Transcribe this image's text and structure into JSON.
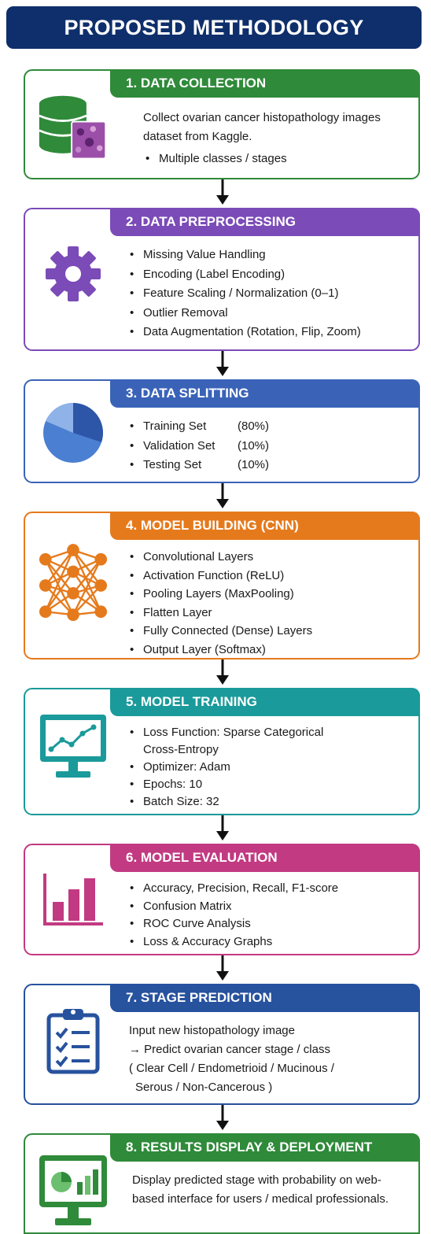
{
  "title": "PROPOSED METHODOLOGY",
  "colors": {
    "title_bg": "#0e2f6b",
    "data_collection": "#2f8a3a",
    "preprocessing": "#7b4bb8",
    "splitting": "#3a63b8",
    "model_building": "#e57a1c",
    "training": "#1a9a9a",
    "evaluation": "#c23a82",
    "prediction": "#27529e",
    "deployment": "#2f8a3a"
  },
  "steps": [
    {
      "title": "1. DATA COLLECTION",
      "icon": "database-icon",
      "text": "Collect ovarian cancer histopathology images dataset from Kaggle.",
      "bullets": [
        "Multiple classes / stages"
      ]
    },
    {
      "title": "2. DATA PREPROCESSING",
      "icon": "gear-icon",
      "bullets": [
        "Missing Value Handling",
        "Encoding (Label Encoding)",
        "Feature Scaling / Normalization (0–1)",
        "Outlier Removal",
        "Data Augmentation (Rotation, Flip, Zoom)"
      ]
    },
    {
      "title": "3. DATA SPLITTING",
      "icon": "pie-chart-icon",
      "rows": [
        {
          "label": "Training Set",
          "value": "(80%)"
        },
        {
          "label": "Validation Set",
          "value": "(10%)"
        },
        {
          "label": "Testing Set",
          "value": "(10%)"
        }
      ]
    },
    {
      "title": "4. MODEL BUILDING (CNN)",
      "icon": "neural-network-icon",
      "bullets": [
        "Convolutional Layers",
        "Activation Function (ReLU)",
        "Pooling Layers (MaxPooling)",
        "Flatten Layer",
        "Fully Connected (Dense) Layers",
        "Output Layer (Softmax)"
      ]
    },
    {
      "title": "5. MODEL TRAINING",
      "icon": "monitor-chart-icon",
      "bullets": [
        "Loss Function: Sparse Categorical Cross-Entropy",
        "Optimizer: Adam",
        "Epochs: 10",
        "Batch Size: 32"
      ]
    },
    {
      "title": "6. MODEL EVALUATION",
      "icon": "bar-chart-icon",
      "bullets": [
        "Accuracy, Precision, Recall, F1-score",
        "Confusion Matrix",
        "ROC Curve Analysis",
        "Loss & Accuracy Graphs"
      ]
    },
    {
      "title": "7. STAGE PREDICTION",
      "icon": "clipboard-checklist-icon",
      "lines": [
        "Input new histopathology image",
        "→ Predict ovarian cancer stage / class",
        "( Clear Cell / Endometrioid / Mucinous /",
        "Serous / Non-Cancerous )"
      ]
    },
    {
      "title": "8. RESULTS DISPLAY & DEPLOYMENT",
      "icon": "monitor-dashboard-icon",
      "text": "Display predicted stage with probability on web-based interface for users / medical professionals."
    }
  ]
}
